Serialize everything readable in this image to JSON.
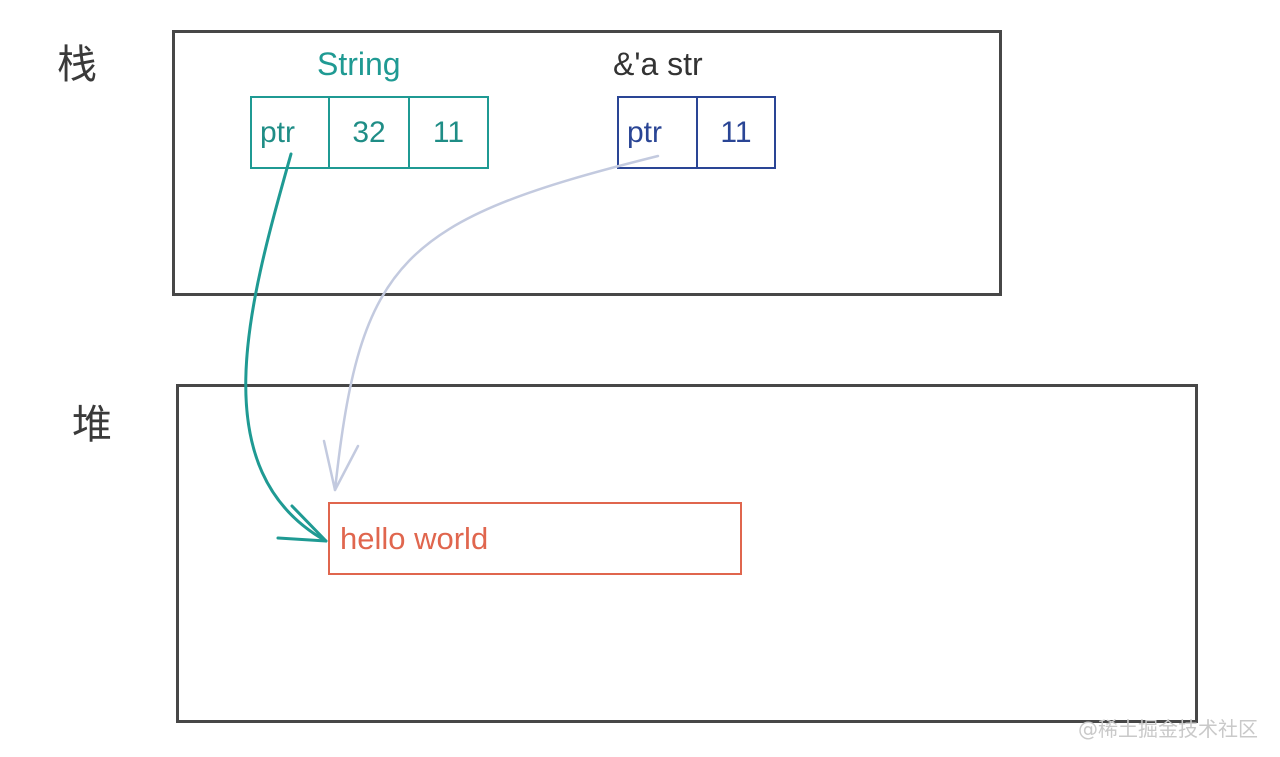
{
  "stack": {
    "label": "栈",
    "string_var": {
      "title": "String",
      "cells": [
        "ptr",
        "32",
        "11"
      ]
    },
    "str_ref_var": {
      "title": "&'a str",
      "cells": [
        "ptr",
        "11"
      ]
    }
  },
  "heap": {
    "label": "堆",
    "value": "hello world"
  },
  "watermark": "@稀土掘金技术社区",
  "colors": {
    "string_color": "#1f9a93",
    "str_ref_color": "#2a4595",
    "str_ref_arrow": "#c3cadf",
    "heap_value_color": "#e0664e",
    "frame_color": "#474747"
  }
}
